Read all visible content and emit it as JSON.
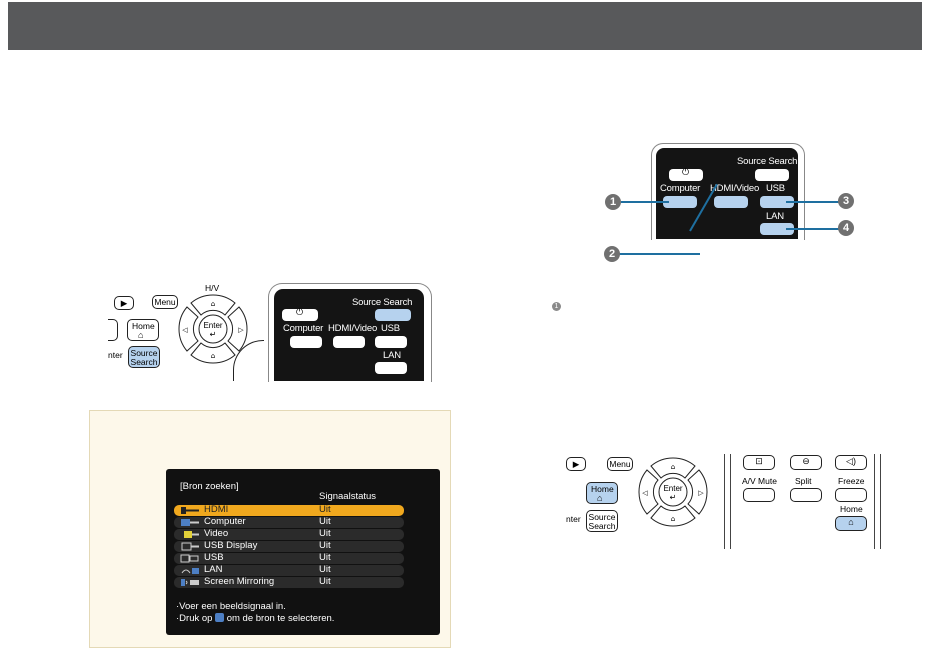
{
  "header": {
    "title": ""
  },
  "remote_top": {
    "buttons": {
      "source_search": "Source Search",
      "computer": "Computer",
      "hdmi_video": "HDMI/Video",
      "usb": "USB",
      "lan": "LAN"
    },
    "callouts": [
      "1",
      "2",
      "3",
      "4"
    ]
  },
  "note_marker": "1",
  "panel_left": {
    "play": "▶",
    "menu": "Menu",
    "hv": "H/V",
    "home": "Home",
    "enter": "Enter",
    "enter_partial": "nter",
    "source": "Source",
    "search": "Search"
  },
  "remote_mid": {
    "source_search": "Source Search",
    "computer": "Computer",
    "hdmi_video": "HDMI/Video",
    "usb": "USB",
    "lan": "LAN"
  },
  "source_screen": {
    "title": "[Bron zoeken]",
    "column_header": "Signaalstatus",
    "rows": [
      {
        "name": "HDMI",
        "status": "Uit"
      },
      {
        "name": "Computer",
        "status": "Uit"
      },
      {
        "name": "Video",
        "status": "Uit"
      },
      {
        "name": "USB Display",
        "status": "Uit"
      },
      {
        "name": "USB",
        "status": "Uit"
      },
      {
        "name": "LAN",
        "status": "Uit"
      },
      {
        "name": "Screen Mirroring",
        "status": "Uit"
      }
    ],
    "message_1": "·Voer een beeldsignaal in.",
    "message_2_a": "·Druk op",
    "message_2_b": "om de bron te selecteren."
  },
  "panel_bottom": {
    "play": "▶",
    "menu": "Menu",
    "home": "Home",
    "enter": "Enter",
    "enter_partial": "nter",
    "source": "Source",
    "search": "Search"
  },
  "remote_bottom": {
    "av_mute": "A/V Mute",
    "split": "Split",
    "freeze": "Freeze",
    "home": "Home"
  },
  "colors": {
    "accent_blue": "#b6d2ee",
    "callout_line": "#1e6fa0",
    "selected_row": "#f0a81e"
  }
}
